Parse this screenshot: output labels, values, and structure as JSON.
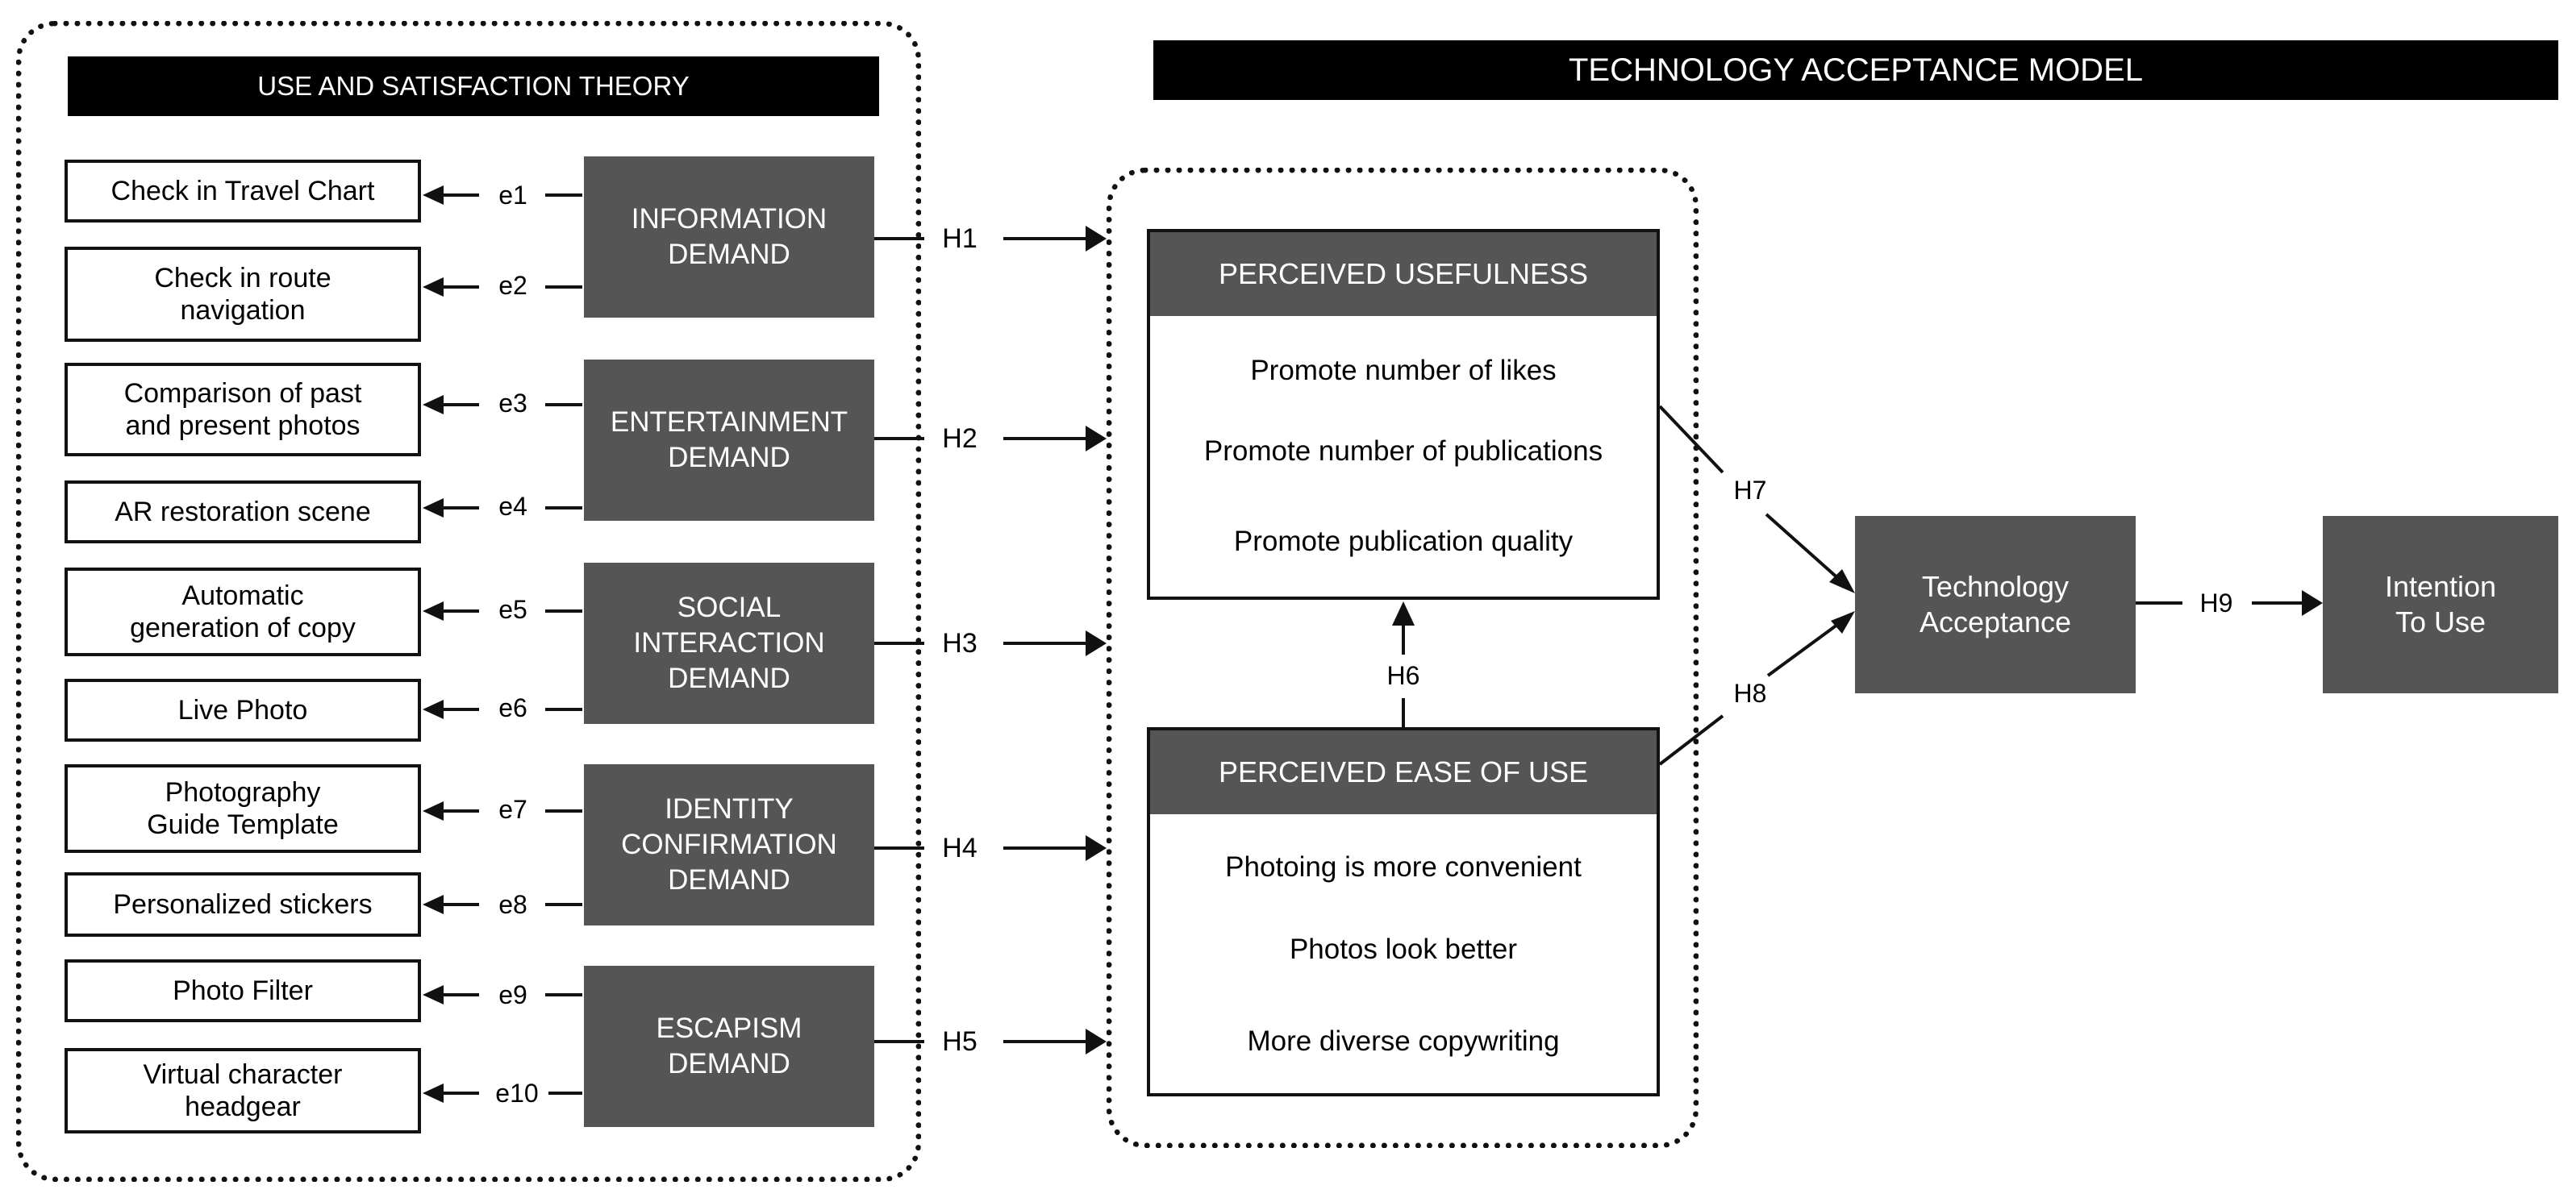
{
  "uas_theory": {
    "title": "USE AND SATISFACTION THEORY",
    "demands": [
      {
        "label": "INFORMATION\nDEMAND",
        "hyp": "H1",
        "items": [
          {
            "text": "Check in Travel Chart",
            "err": "e1"
          },
          {
            "text": "Check in route\nnavigation",
            "err": "e2"
          }
        ]
      },
      {
        "label": "ENTERTAINMENT\nDEMAND",
        "hyp": "H2",
        "items": [
          {
            "text": "Comparison of past\nand present photos",
            "err": "e3"
          },
          {
            "text": "AR restoration scene",
            "err": "e4"
          }
        ]
      },
      {
        "label": "SOCIAL\nINTERACTION\nDEMAND",
        "hyp": "H3",
        "items": [
          {
            "text": "Automatic\ngeneration of copy",
            "err": "e5"
          },
          {
            "text": "Live Photo",
            "err": "e6"
          }
        ]
      },
      {
        "label": "IDENTITY\nCONFIRMATION\nDEMAND",
        "hyp": "H4",
        "items": [
          {
            "text": "Photography\nGuide Template",
            "err": "e7"
          },
          {
            "text": "Personalized stickers",
            "err": "e8"
          }
        ]
      },
      {
        "label": "ESCAPISM\nDEMAND",
        "hyp": "H5",
        "items": [
          {
            "text": "Photo Filter",
            "err": "e9"
          },
          {
            "text": "Virtual character\nheadgear",
            "err": "e10"
          }
        ]
      }
    ]
  },
  "tam": {
    "title": "TECHNOLOGY ACCEPTANCE MODEL",
    "perceived_usefulness": {
      "title": "PERCEIVED USEFULNESS",
      "items": [
        "Promote number of likes",
        "Promote number of publications",
        "Promote publication quality"
      ]
    },
    "perceived_ease_of_use": {
      "title": "PERCEIVED EASE OF USE",
      "items": [
        "Photoing is more convenient",
        "Photos look better",
        "More diverse copywriting"
      ]
    },
    "technology_acceptance": "Technology\nAcceptance",
    "intention_to_use": "Intention\nTo Use",
    "h6": "H6",
    "h7": "H7",
    "h8": "H8",
    "h9": "H9"
  },
  "colors": {
    "dark_box": "#555555",
    "header": "#000000",
    "line": "#111111"
  }
}
